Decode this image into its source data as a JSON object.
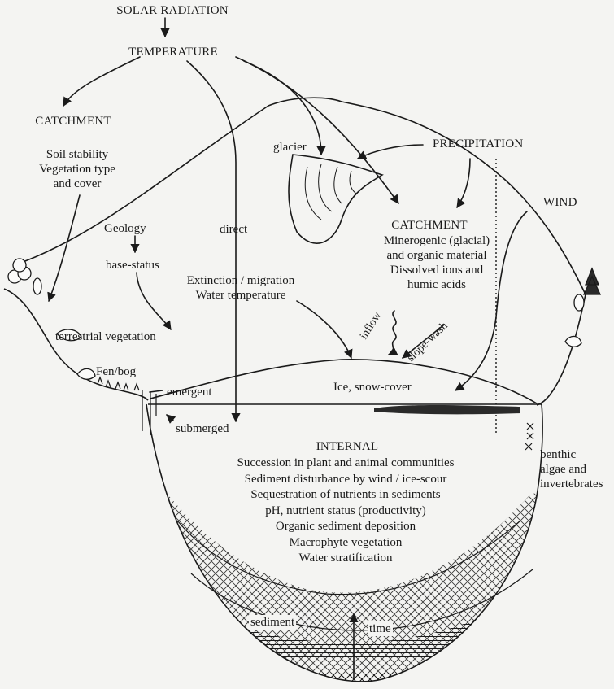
{
  "labels": {
    "solar_radiation": "SOLAR RADIATION",
    "temperature": "TEMPERATURE",
    "catchment_left": "CATCHMENT",
    "catchment_left_lines": [
      "Soil stability",
      "Vegetation type",
      "and cover"
    ],
    "glacier": "glacier",
    "precipitation": "PRECIPITATION",
    "wind": "WIND",
    "geology": "Geology",
    "base_status": "base-status",
    "direct": "direct",
    "catchment_right": "CATCHMENT",
    "catchment_right_lines": [
      "Minerogenic (glacial)",
      "and organic material",
      "Dissolved ions and",
      "humic acids"
    ],
    "extinction_lines": [
      "Extinction / migration",
      "Water temperature"
    ],
    "terrestrial_vegetation": "terrestrial vegetation",
    "inflow": "inflow",
    "slope_wash": "slope-wash",
    "fen_bog": "Fen/bog",
    "emergent": "emergent",
    "ice_snow_cover": "Ice, snow-cover",
    "submerged": "submerged",
    "benthic_lines": [
      "benthic",
      "algae and",
      "invertebrates"
    ],
    "internal": "INTERNAL",
    "internal_lines": [
      "Succession in plant and animal communities",
      "Sediment disturbance by wind / ice-scour",
      "Sequestration of nutrients in sediments",
      "pH, nutrient status (productivity)",
      "Organic sediment deposition",
      "Macrophyte vegetation",
      "Water stratification"
    ],
    "sediment": "sediment",
    "time": "time"
  },
  "colors": {
    "ink": "#1a1a1a",
    "background": "#f4f4f2"
  }
}
